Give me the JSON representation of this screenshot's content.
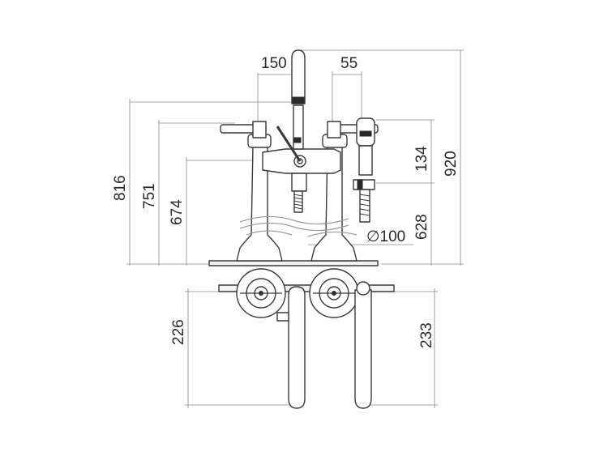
{
  "dimensions": {
    "d150": "150",
    "d55": "55",
    "d816": "816",
    "d751": "751",
    "d674": "674",
    "d134": "134",
    "d920": "920",
    "d628": "628",
    "d100": "∅100",
    "d226": "226",
    "d233": "233"
  }
}
